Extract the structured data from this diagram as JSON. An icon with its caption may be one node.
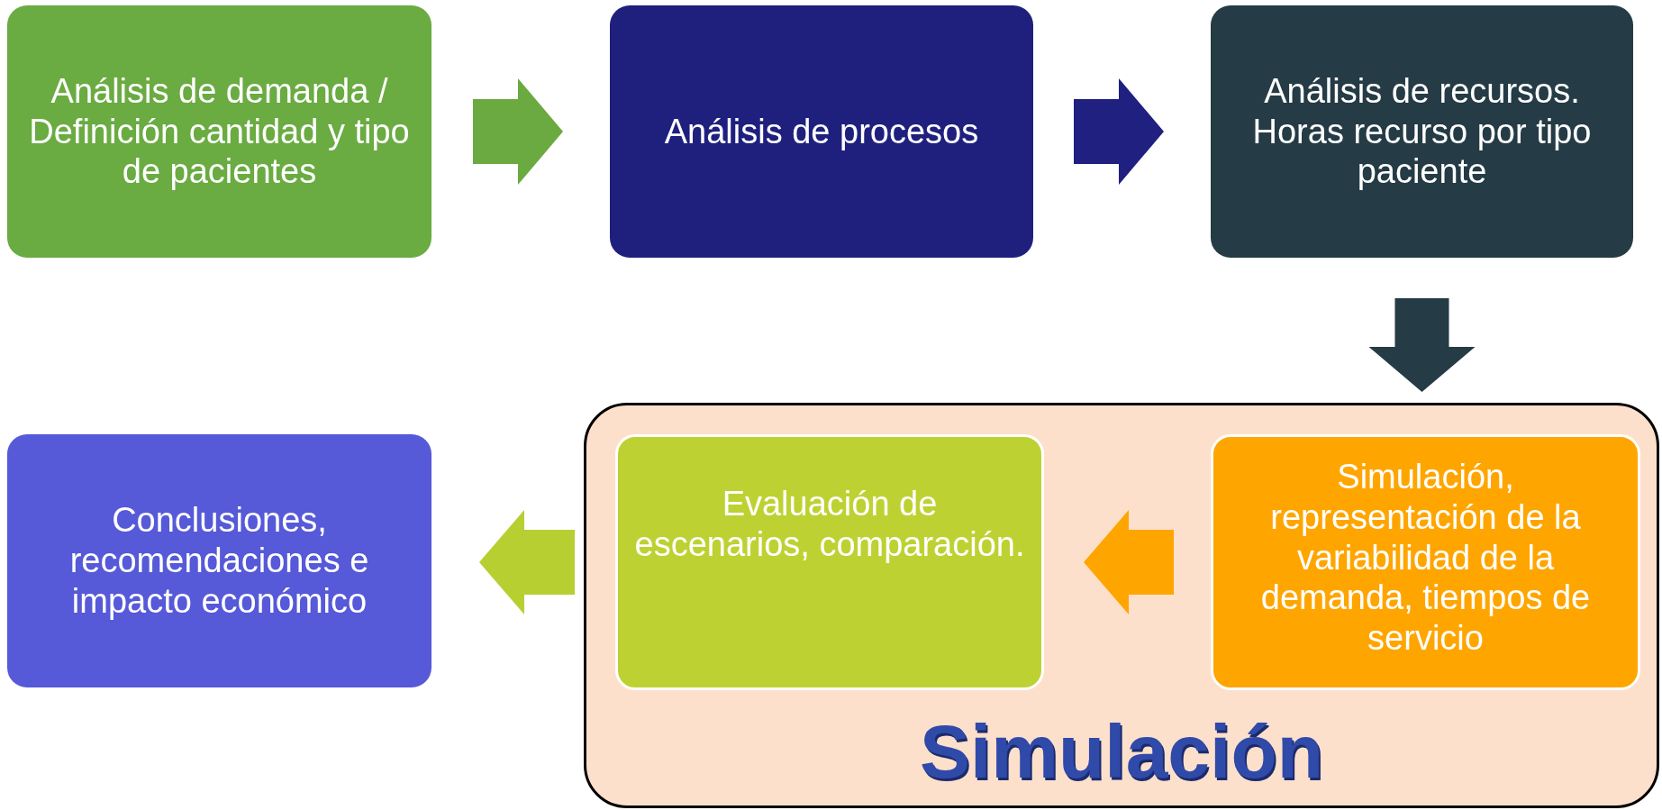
{
  "diagram": {
    "nodes": [
      {
        "text": [
          "Análisis de demanda / Definición cantidad y tipo de pacientes"
        ]
      },
      {
        "text": [
          "Análisis de procesos"
        ]
      },
      {
        "text": [
          "Análisis de recursos. Horas recurso por tipo paciente"
        ]
      },
      {
        "text": [
          "Simulación"
        ]
      },
      {
        "text": [
          "Evaluación de escenarios, comparación."
        ],
        "in": 3
      },
      {
        "text": [
          "Simulación, representación de la variabilidad de la demanda, tiempos de servicio"
        ],
        "in": 3
      },
      {
        "text": [
          "Conclusiones, recomendaciones e impacto económico"
        ]
      }
    ],
    "edges": [
      {
        "from": 0,
        "to": 1,
        "arrow": "to",
        "style": "thick",
        "color": "#6aaa40"
      },
      {
        "from": 1,
        "to": 2,
        "arrow": "to",
        "style": "thick",
        "color": "#1f2080"
      },
      {
        "from": 2,
        "to": 5,
        "arrow": "to",
        "style": "thick",
        "color": "#253b45"
      },
      {
        "from": 5,
        "to": 4,
        "arrow": "to",
        "style": "thick",
        "color": "#ffa500"
      },
      {
        "from": 4,
        "to": 6,
        "arrow": "to",
        "style": "thick",
        "color": "#b8cf32"
      }
    ]
  }
}
